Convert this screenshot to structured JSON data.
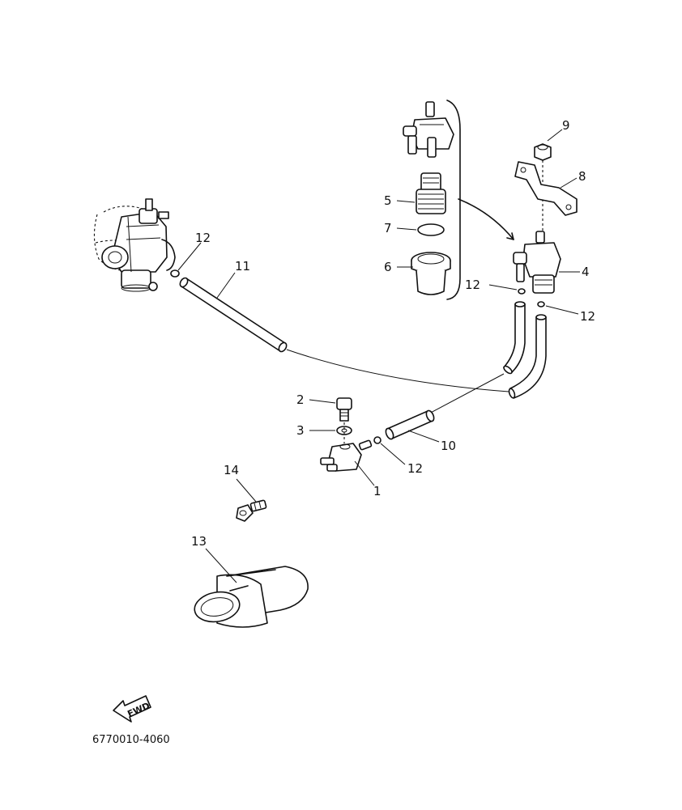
{
  "callouts": {
    "c1": "1",
    "c2": "2",
    "c3": "3",
    "c4": "4",
    "c5": "5",
    "c6": "6",
    "c7": "7",
    "c8": "8",
    "c9": "9",
    "c10": "10",
    "c11": "11",
    "c12a": "12",
    "c12b": "12",
    "c12c": "12",
    "c12d": "12",
    "c13": "13",
    "c14": "14"
  },
  "fwd_label": "FWD",
  "drawing_number": "6770010-4060"
}
